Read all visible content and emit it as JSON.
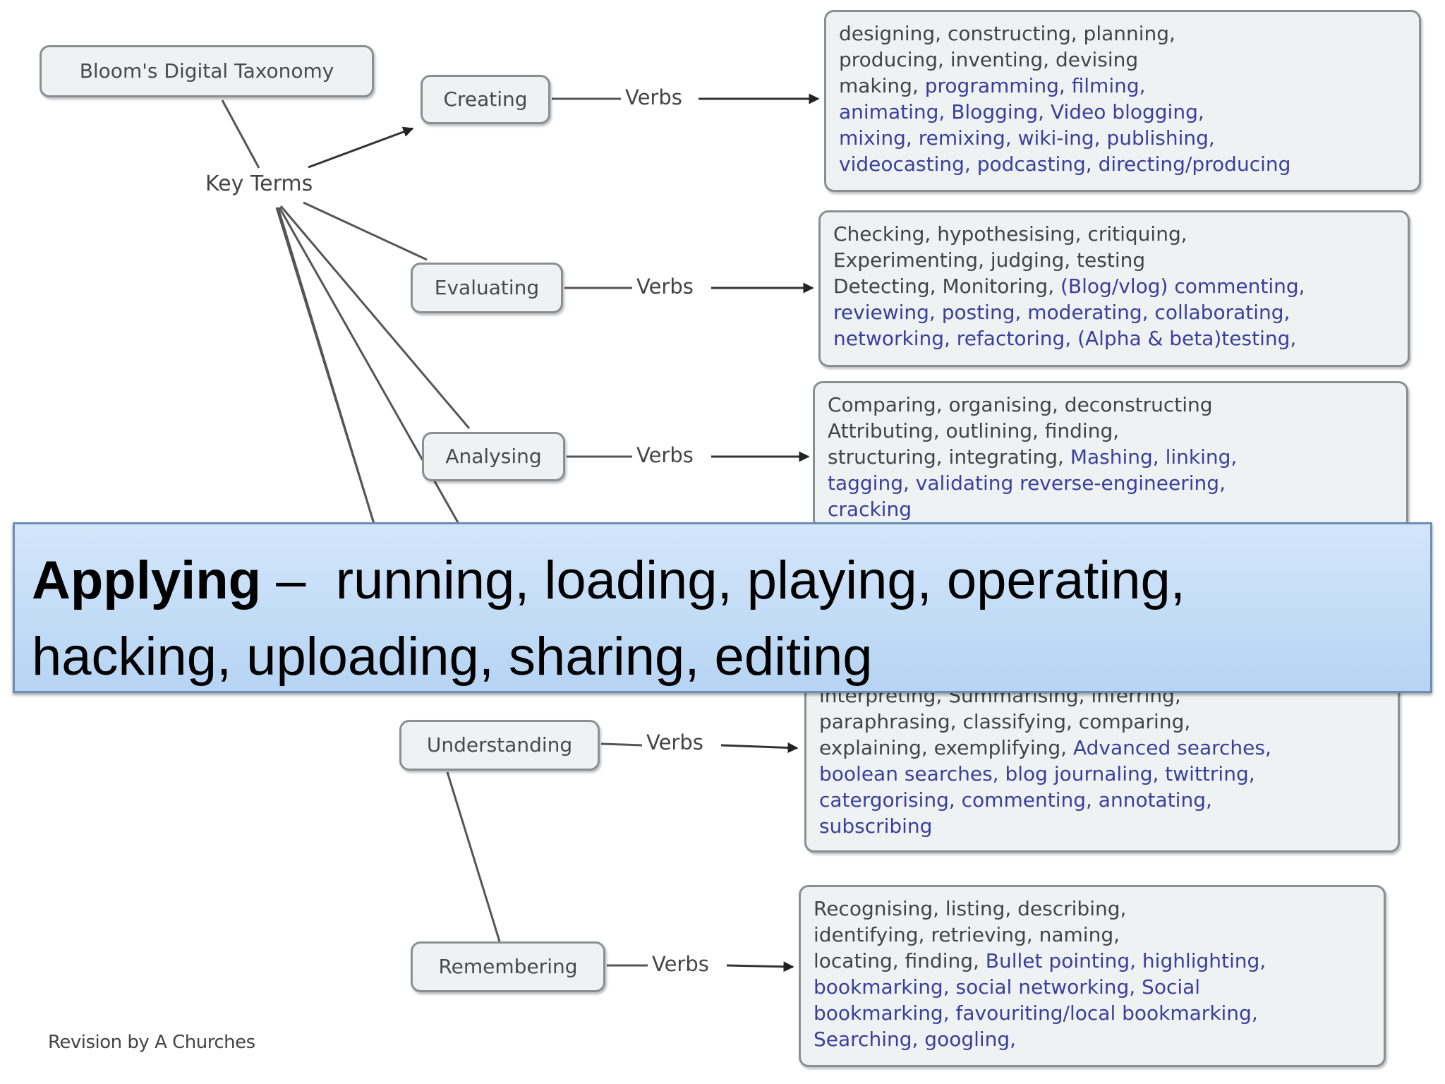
{
  "root": {
    "title": "Bloom's Digital Taxonomy"
  },
  "key_terms": "Key Terms",
  "verb_label": "Verbs",
  "levels": [
    {
      "name": "Creating",
      "lines": [
        [
          {
            "t": "designing, constructing, planning,"
          }
        ],
        [
          {
            "t": "producing, inventing, devising"
          }
        ],
        [
          {
            "t": "making, "
          },
          {
            "t": "programming, filming,",
            "b": 1
          }
        ],
        [
          {
            "t": "animating, Blogging, Video blogging,",
            "b": 1
          }
        ],
        [
          {
            "t": "mixing, remixing, wiki-ing, publishing,",
            "b": 1
          }
        ],
        [
          {
            "t": "videocasting, podcasting, directing/producing",
            "b": 1
          }
        ]
      ]
    },
    {
      "name": "Evaluating",
      "lines": [
        [
          {
            "t": "Checking, hypothesising, critiquing,"
          }
        ],
        [
          {
            "t": "Experimenting, judging, testing"
          }
        ],
        [
          {
            "t": "Detecting, Monitoring, "
          },
          {
            "t": "(Blog/vlog) commenting,",
            "b": 1
          }
        ],
        [
          {
            "t": "reviewing, posting, moderating, collaborating,",
            "b": 1
          }
        ],
        [
          {
            "t": "networking, refactoring, (Alpha & beta)testing,",
            "b": 1
          }
        ]
      ]
    },
    {
      "name": "Analysing",
      "lines": [
        [
          {
            "t": "Comparing, organising, deconstructing"
          }
        ],
        [
          {
            "t": "Attributing, outlining, finding,"
          }
        ],
        [
          {
            "t": "structuring, integrating, "
          },
          {
            "t": "Mashing, linking,",
            "b": 1
          }
        ],
        [
          {
            "t": "tagging, validating reverse-engineering,",
            "b": 1
          }
        ],
        [
          {
            "t": "cracking",
            "b": 1
          }
        ]
      ]
    },
    {
      "name": "Understanding",
      "lines": [
        [
          {
            "t": "interpreting, Summarising, inferring,"
          }
        ],
        [
          {
            "t": "paraphrasing, classifying, comparing,"
          }
        ],
        [
          {
            "t": "explaining, exemplifying, "
          },
          {
            "t": "Advanced searches,",
            "b": 1
          }
        ],
        [
          {
            "t": "boolean searches, blog journaling, twittring,",
            "b": 1
          }
        ],
        [
          {
            "t": "catergorising, commenting, annotating,",
            "b": 1
          }
        ],
        [
          {
            "t": "subscribing",
            "b": 1
          }
        ]
      ]
    },
    {
      "name": "Remembering",
      "lines": [
        [
          {
            "t": "Recognising, listing, describing,"
          }
        ],
        [
          {
            "t": "identifying, retrieving, naming,"
          }
        ],
        [
          {
            "t": "locating, finding, "
          },
          {
            "t": "Bullet pointing, highlighting,",
            "b": 1
          }
        ],
        [
          {
            "t": "bookmarking, social networking, Social",
            "b": 1
          }
        ],
        [
          {
            "t": "bookmarking, favouriting/local bookmarking,",
            "b": 1
          }
        ],
        [
          {
            "t": "Searching, googling,",
            "b": 1
          }
        ]
      ]
    }
  ],
  "footnote": "Revision by A Churches",
  "banner": {
    "term": "Applying",
    "dash": " –  ",
    "line1": "running, loading, playing, operating,",
    "line2": "hacking, uploading, sharing, editing"
  }
}
